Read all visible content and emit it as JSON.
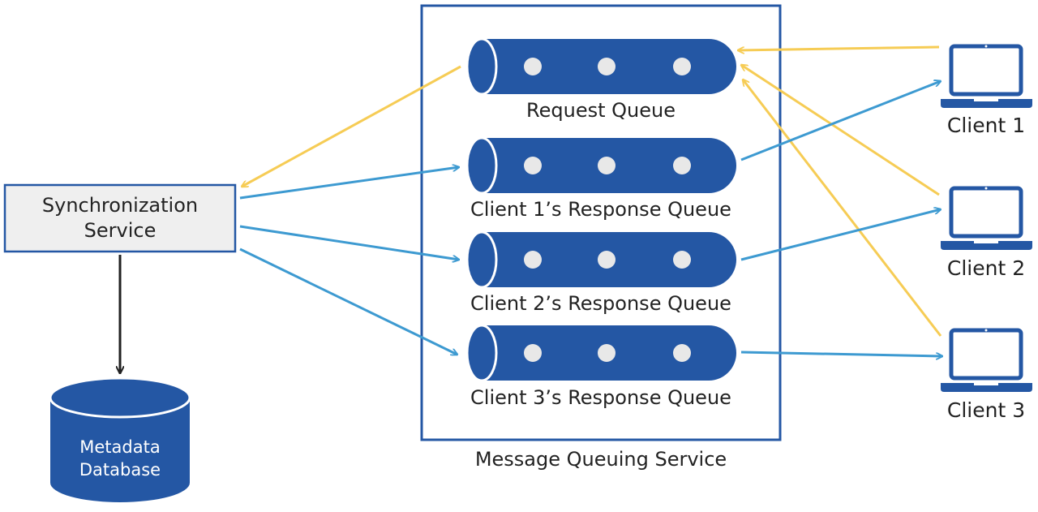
{
  "sync_service": {
    "line1": "Synchronization",
    "line2": "Service"
  },
  "database": {
    "line1": "Metadata",
    "line2": "Database"
  },
  "queue_service": {
    "title": "Message Queuing Service"
  },
  "queues": [
    {
      "label": "Request Queue"
    },
    {
      "label": "Client 1’s Response Queue"
    },
    {
      "label": "Client 2’s Response Queue"
    },
    {
      "label": "Client 3’s Response Queue"
    }
  ],
  "clients": [
    {
      "label": "Client 1"
    },
    {
      "label": "Client 2"
    },
    {
      "label": "Client 3"
    }
  ],
  "colors": {
    "primary_blue": "#2457a4",
    "response_arrow": "#3d9ad1",
    "request_arrow": "#f6cc55",
    "service_box_fill": "#efefef",
    "service_box_border": "#2457a4",
    "dot": "#e8e8e8",
    "text": "#222222"
  },
  "icons": {
    "queue": "cylinder-queue-icon",
    "client": "laptop-icon",
    "database": "database-cylinder-icon"
  }
}
